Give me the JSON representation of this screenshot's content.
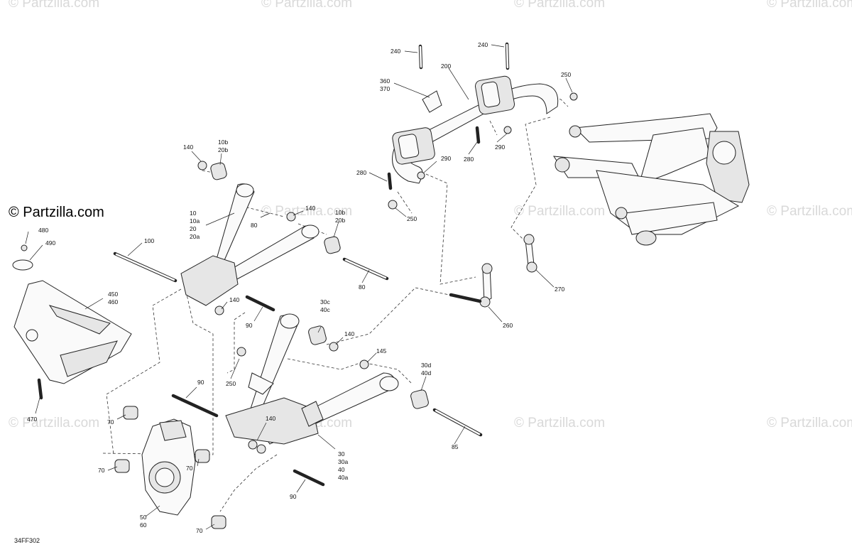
{
  "copyright": "© Partzilla.com",
  "watermark": "© Partzilla.com",
  "diagram_code": "34FF302",
  "callouts": {
    "c240a": "240",
    "c240b": "240",
    "c200": "200",
    "c250a": "250",
    "c360": "360",
    "c370": "370",
    "c280a": "280",
    "c290a": "290",
    "c280b": "280",
    "c290b": "290",
    "c250b": "250",
    "c140a": "140",
    "c10b_a": "10b",
    "c20b_a": "20b",
    "c10": "10",
    "c10a": "10a",
    "c20": "20",
    "c20a": "20a",
    "c140b": "140",
    "c10b_b": "10b",
    "c20b_b": "20b",
    "c80a": "80",
    "c480": "480",
    "c490": "490",
    "c100": "100",
    "c450": "450",
    "c460": "460",
    "c80b": "80",
    "c140c": "140",
    "c90a": "90",
    "c30c": "30c",
    "c40c": "40c",
    "c140d": "140",
    "c145": "145",
    "c250c": "250",
    "c30d": "30d",
    "c40d": "40d",
    "c90b": "90",
    "c470": "470",
    "c70a": "70",
    "c140e": "140",
    "c70b": "70",
    "c70c": "70",
    "c85": "85",
    "c30": "30",
    "c30a": "30a",
    "c40": "40",
    "c40a": "40a",
    "c90c": "90",
    "c50": "50",
    "c60": "60",
    "c70d": "70",
    "c270": "270",
    "c260": "260"
  }
}
